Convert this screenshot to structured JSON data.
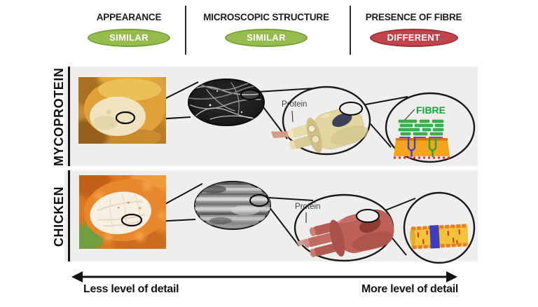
{
  "figure": {
    "header": {
      "columns": [
        {
          "title": "APPEARANCE",
          "badge": "SIMILAR",
          "status": "similar",
          "badge_color": "#96bc4e"
        },
        {
          "title": "MICROSCOPIC STRUCTURE",
          "badge": "SIMILAR",
          "status": "similar",
          "badge_color": "#96bc4e"
        },
        {
          "title": "PRESENCE OF FIBRE",
          "badge": "DIFFERENT",
          "status": "different",
          "badge_color": "#c1434b"
        }
      ]
    },
    "rows": [
      {
        "label": "MYCOPROTEIN",
        "annotations": {
          "protein": "Protein",
          "fibre": "FIBRE"
        },
        "fibre_label_color": "#1ca33c"
      },
      {
        "label": "CHICKEN",
        "annotations": {
          "protein": "Protein"
        }
      }
    ],
    "axis": {
      "left": "Less level of detail",
      "right": "More level of detail"
    },
    "colors": {
      "row_band": "#efeeec",
      "similar_green": "#96bc4e",
      "different_red": "#c1434b",
      "mycoprotein_fibril": "#e2d6a0",
      "chicken_fibril": "#bd6058"
    }
  }
}
